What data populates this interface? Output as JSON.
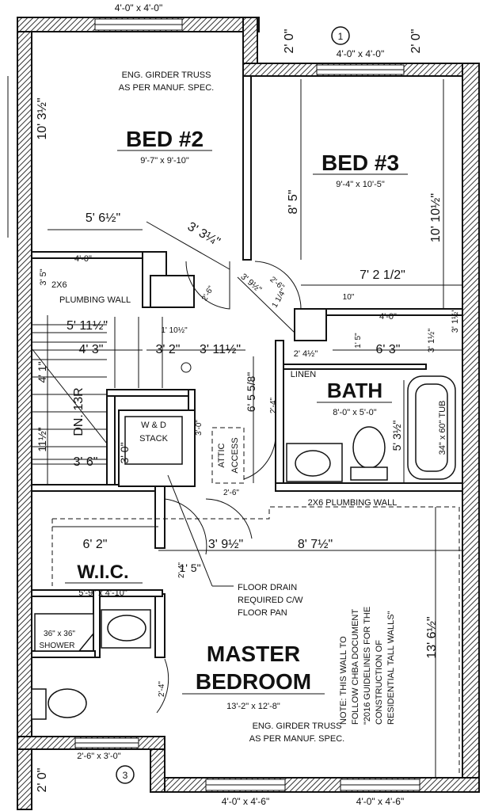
{
  "window_labels": {
    "top_left": "4'-0\" x 4'-0\"",
    "top_right": "4'-0\" x 4'-0\"",
    "bottom_left": "2'-6\" x 3'-0\"",
    "bottom_mid": "4'-0\" x 4'-6\"",
    "bottom_right": "4'-0\" x 4'-6\""
  },
  "markers": {
    "window_1": "1",
    "window_3": "3"
  },
  "rooms": {
    "bed2": {
      "name": "BED #2",
      "size": "9'-7\" x 9'-10\""
    },
    "bed3": {
      "name": "BED #3",
      "size": "9'-4\" x 10'-5\""
    },
    "bath": {
      "name": "BATH",
      "size": "8'-0\" x 5'-0\""
    },
    "wic": {
      "name": "W.I.C.",
      "size": "5'-9\" x 4'-10\""
    },
    "master": {
      "name_line1": "MASTER",
      "name_line2": "BEDROOM",
      "size": "13'-2\" x 12'-8\""
    }
  },
  "notes": {
    "girder_top_1": "ENG. GIRDER TRUSS",
    "girder_top_2": "AS PER MANUF. SPEC.",
    "girder_bot_1": "ENG. GIRDER TRUSS",
    "girder_bot_2": "AS PER MANUF. SPEC.",
    "plumbing_wall_top_1": "2X6",
    "plumbing_wall_top_2": "PLUMBING WALL",
    "plumbing_wall_mid": "2X6 PLUMBING WALL",
    "linen": "LINEN",
    "wd_1": "W & D",
    "wd_2": "STACK",
    "attic_1": "ATTIC",
    "attic_2": "ACCESS",
    "floor_drain_1": "FLOOR DRAIN",
    "floor_drain_2": "REQUIRED C/W",
    "floor_drain_3": "FLOOR PAN",
    "shower_1": "36\" x 36\"",
    "shower_2": "SHOWER",
    "tub": "34\" x 60\" TUB",
    "dn": "DN. 13R",
    "wall_note": [
      "NOTE: THIS WALL TO",
      "FOLLOW CHBA DOCUMENT",
      "\"2016 GUIDELINES FOR THE",
      "CONSTRUCTION OF",
      "RESIDENTIAL TALL WALLS\""
    ]
  },
  "dimensions": {
    "d_10_3_5": "10' 3½\"",
    "d_2_0_left": "2' 0\"",
    "d_2_0_right": "2' 0\"",
    "d_5_6_5": "5' 6½\"",
    "d_3_3_25": "3' 3¼\"",
    "d_8_5": "8' 5\"",
    "d_10_10_5": "10' 10½\"",
    "d_4_0_a": "4'-0\"",
    "d_4_0_b": "4'-0\"",
    "d_3_5": "3' 5\"",
    "d_2_6_a": "2'-6\"",
    "d_2_6_b": "2'-6\"",
    "d_2_6_c": "2'-6\"",
    "d_3_9_5": "3' 9½\"",
    "d_1_25": "1 1/4\"",
    "d_7_2_5": "7' 2 1/2\"",
    "d_10": "10\"",
    "d_3_1_5": "3' 1½\"",
    "d_5_11_5": "5' 11½\"",
    "d_1_10_5": "1' 10½\"",
    "d_4_3": "4' 3\"",
    "d_3_2": "3' 2\"",
    "d_3_11_5": "3' 11½\"",
    "d_1_5": "1' 5\"",
    "d_2_4_5": "2' 4½\"",
    "d_6_3": "6' 3\"",
    "d_3_1_5b": "3' 1½\"",
    "d_6_5_58": "6' 5 5/8\"",
    "d_2_4_a": "2'-4\"",
    "d_2_4_b": "2'-4\"",
    "d_2_4_c": "2'-4\"",
    "d_5_3_5": "5' 3½\"",
    "d_3_0": "3'-0\"",
    "d_3_0_b": "3' 0\"",
    "d_3_6": "3' 6\"",
    "d_11_5": "11½\"",
    "d_6_2": "6' 2\"",
    "d_3_9_5b": "3' 9½\"",
    "d_8_7_5": "8' 7½\"",
    "d_1_5b": "1' 5\"",
    "d_13_6_5": "13' 6½\"",
    "d_2_0_bottom": "2' 0\"",
    "d_4_1": "4' 1\""
  }
}
